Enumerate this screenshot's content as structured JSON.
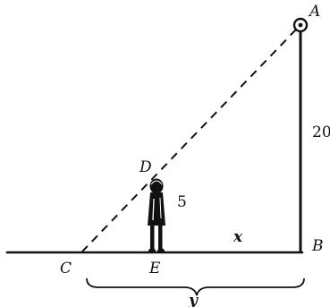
{
  "labels": {
    "A": "A",
    "B": "B",
    "C": "C",
    "D": "D",
    "E": "E",
    "x": "x",
    "y": "y"
  },
  "measurements": {
    "pole_height": "20",
    "person_height": "5"
  },
  "colors": {
    "ink": "#111111",
    "background": "#ffffff"
  }
}
